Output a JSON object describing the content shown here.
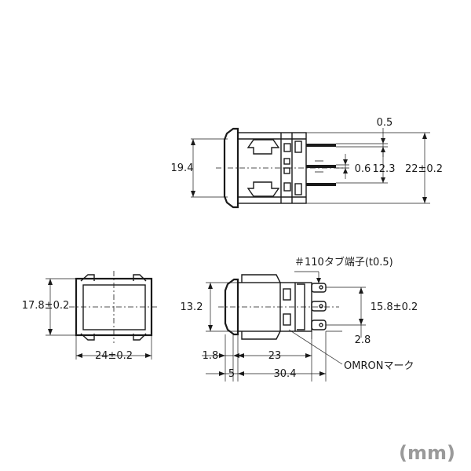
{
  "labels": {
    "top_height": "19.4",
    "top_terminal_gap": "0.5",
    "top_terminal_thickness": "0.6",
    "top_pitch": "12.3",
    "top_width": "22±0.2",
    "tab_note": "＃110タブ端子(t0.5)",
    "front_height": "17.8±0.2",
    "front_width": "24±0.2",
    "side_height": "13.2",
    "side_pitch": "15.8±0.2",
    "side_tab_length": "2.8",
    "side_bezel": "1.8",
    "side_body": "23",
    "side_front": "5",
    "side_total": "30.4",
    "logo_note": "OMRONマーク",
    "unit": "(mm)"
  }
}
